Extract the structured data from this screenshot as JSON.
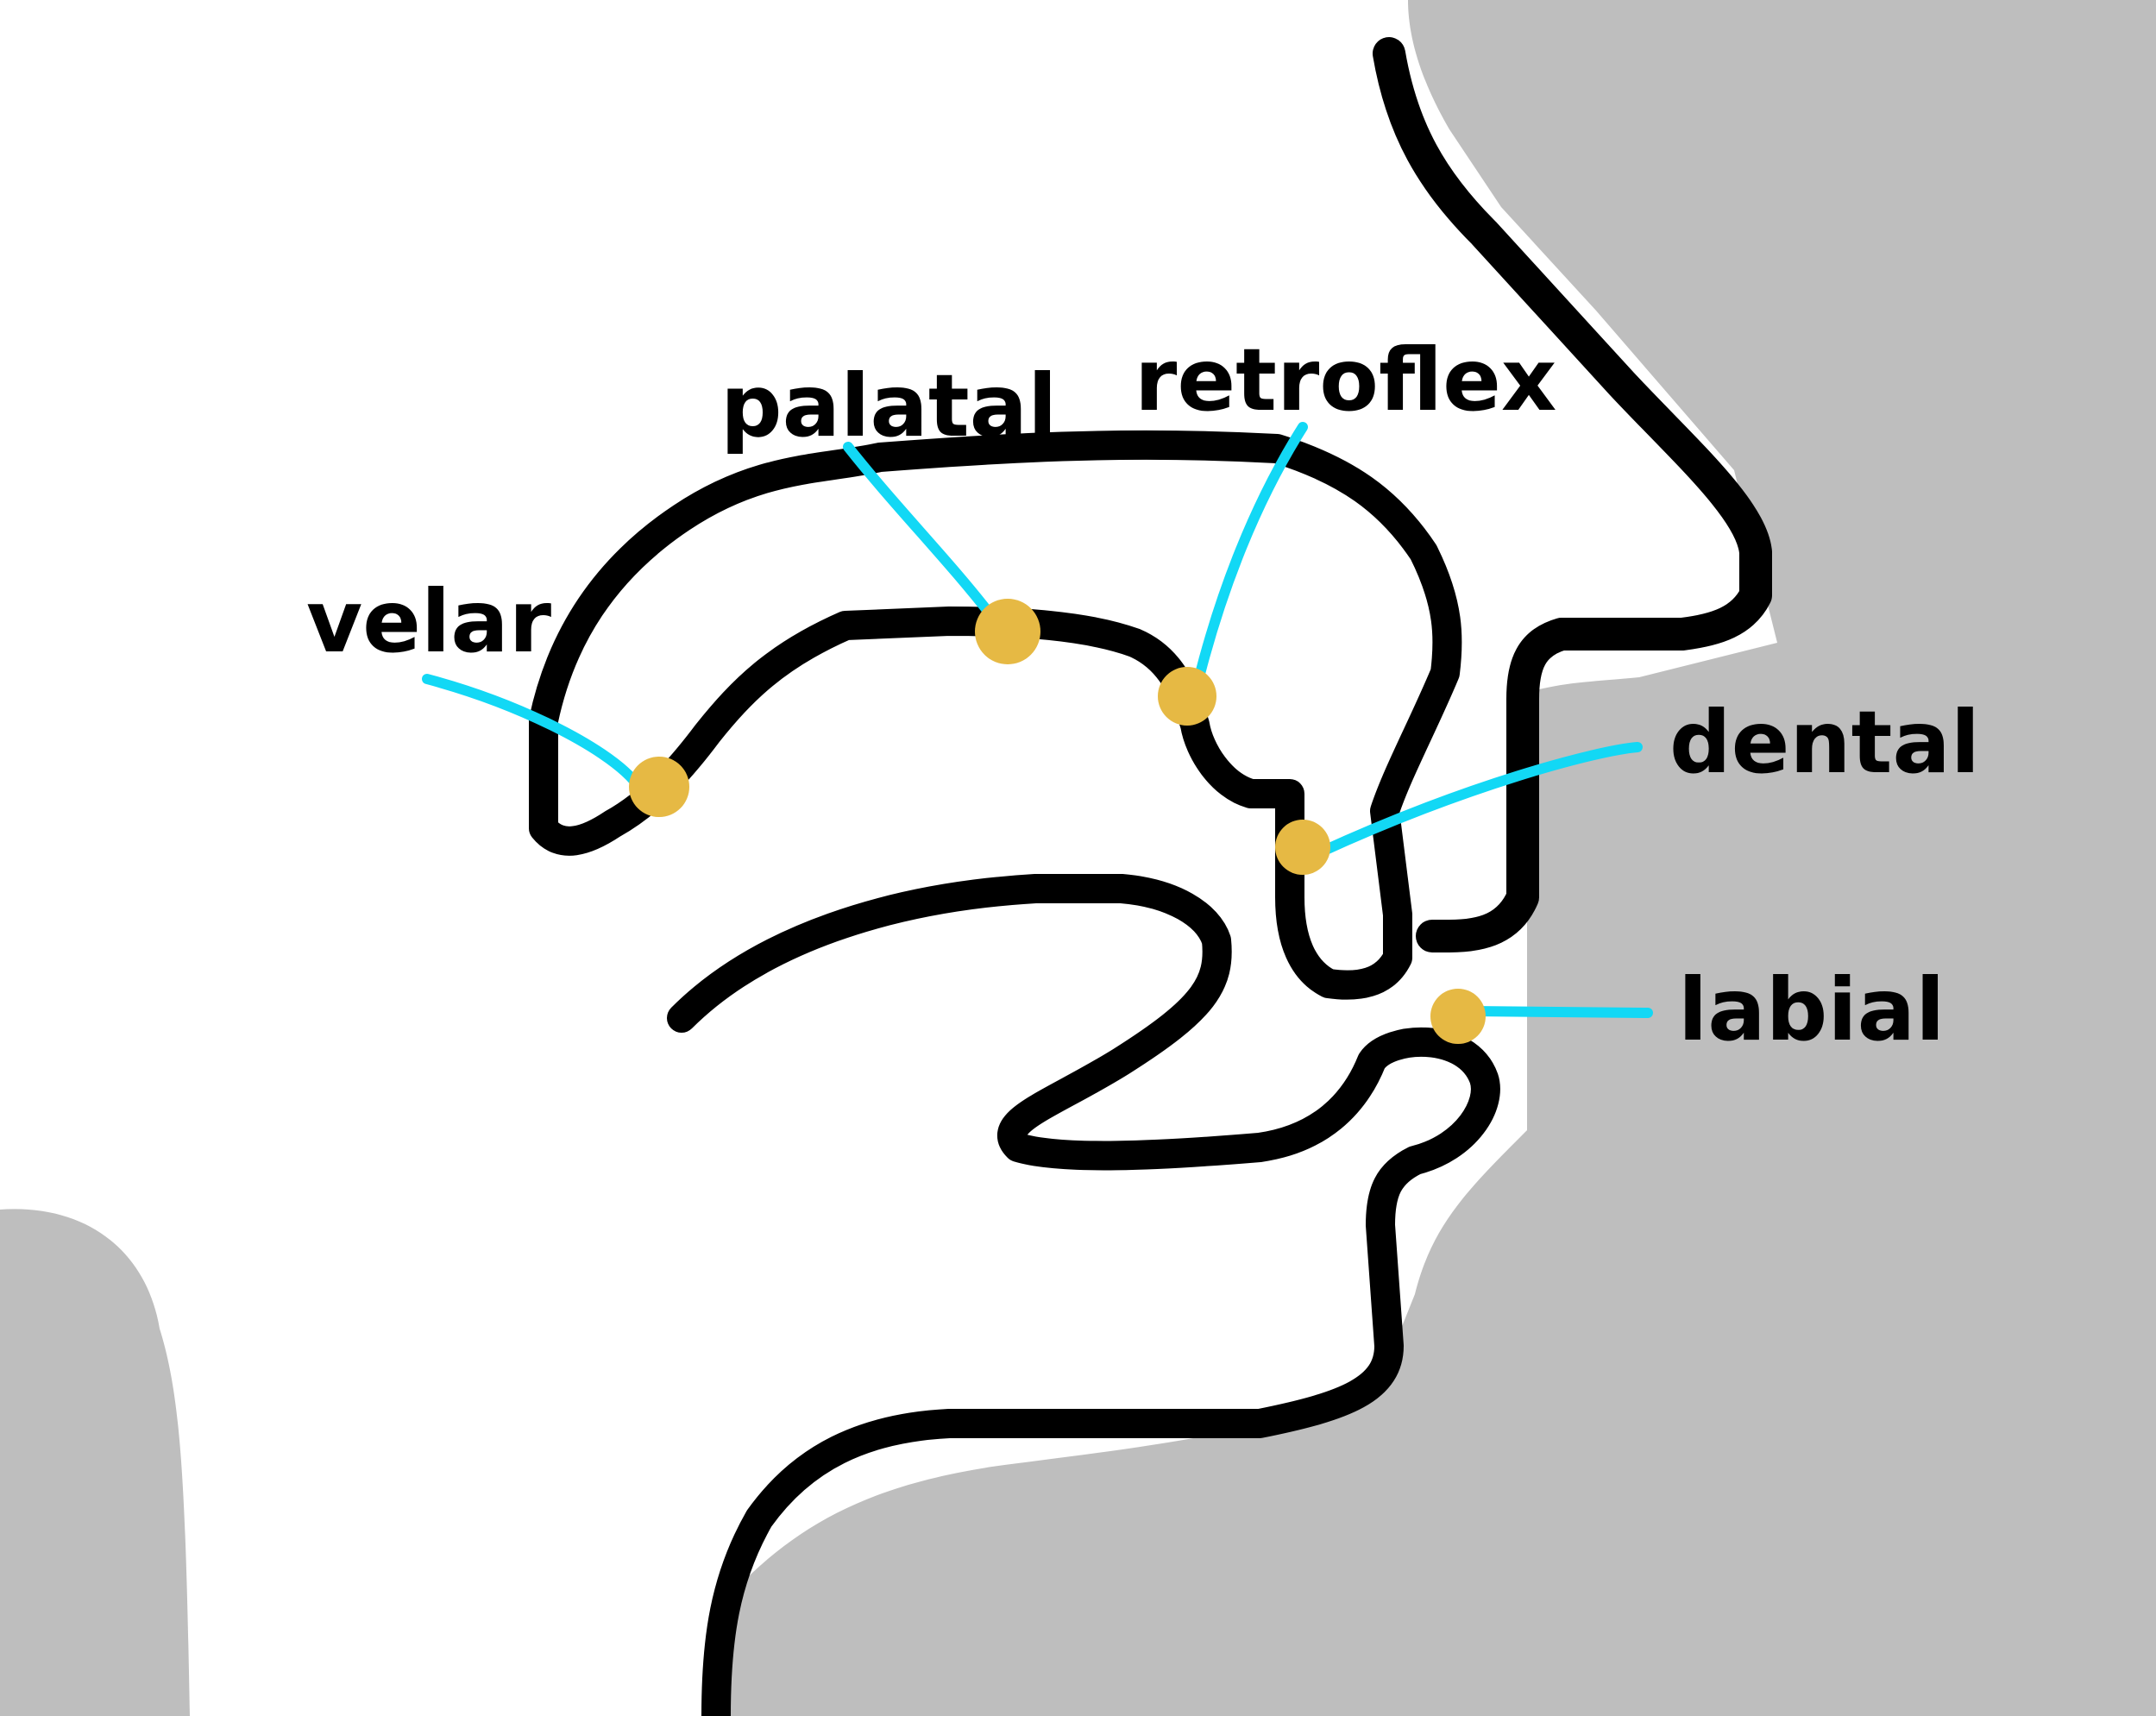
{
  "diagram": {
    "colors": {
      "background": "#ffffff",
      "head_silhouette": "#bebebe",
      "outline": "#000000",
      "pointer_line": "#12d8f5",
      "articulation_point": "#e6b944"
    },
    "labels": [
      {
        "id": "velar",
        "text": "velar"
      },
      {
        "id": "palatal",
        "text": "palatal"
      },
      {
        "id": "retroflex",
        "text": "retroflex"
      },
      {
        "id": "dental",
        "text": "dental"
      },
      {
        "id": "labial",
        "text": "labial"
      }
    ]
  }
}
